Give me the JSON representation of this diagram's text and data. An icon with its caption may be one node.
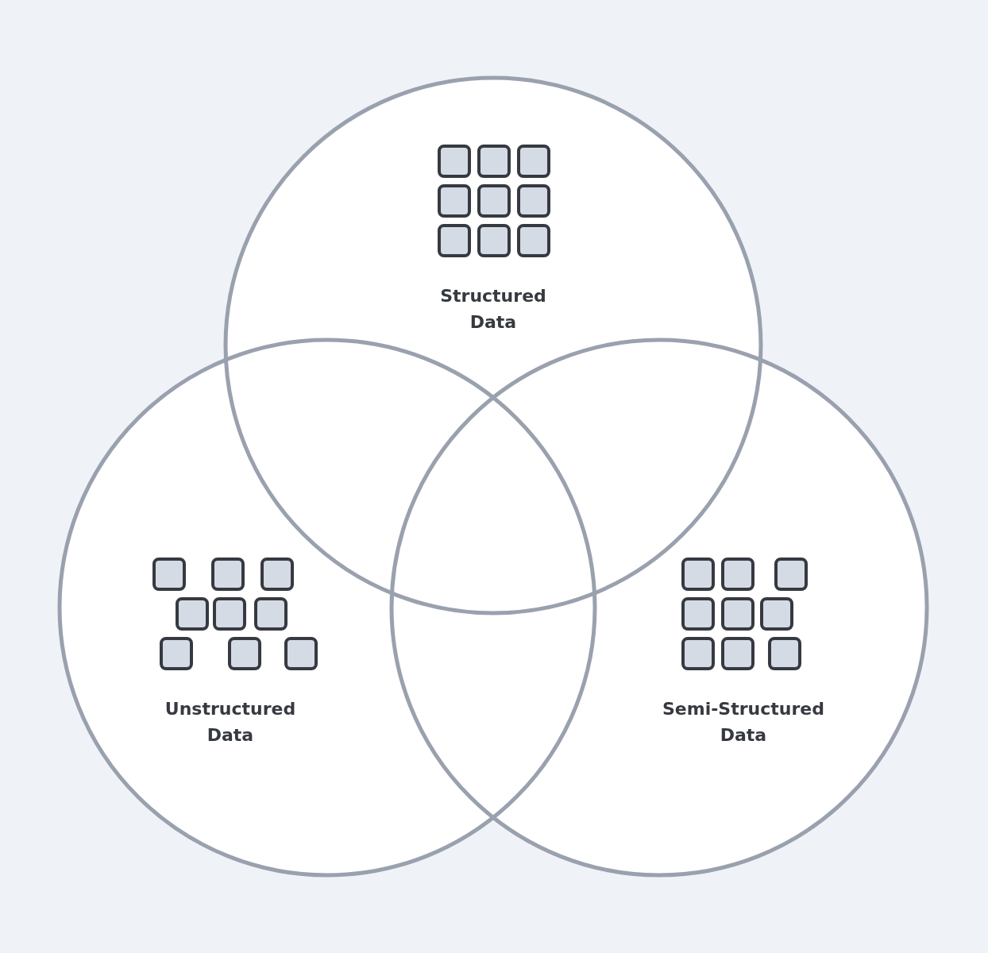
{
  "diagram": {
    "nodes": [
      {
        "text": [
          "Structured Data"
        ]
      },
      {
        "text": [
          "Unstructured Data"
        ]
      },
      {
        "text": [
          "Semi-Structured Data"
        ]
      }
    ]
  }
}
